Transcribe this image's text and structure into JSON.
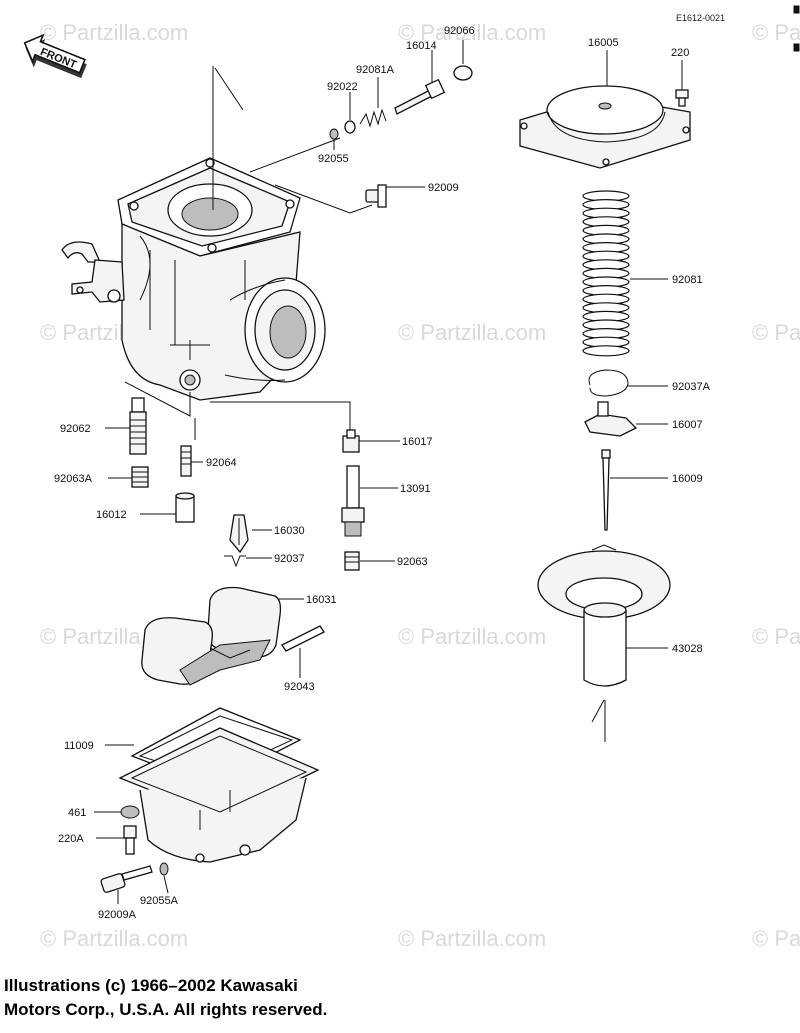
{
  "diagram": {
    "ref_code": "E1612-0021",
    "front_label": "FRONT",
    "watermark": "© Partzilla.com",
    "callouts": {
      "p92066": "92066",
      "p16014": "16014",
      "p92022": "92022",
      "p92081A": "92081A",
      "p92055": "92055",
      "p92009": "92009",
      "p16005": "16005",
      "p220": "220",
      "p92081": "92081",
      "p92037A": "92037A",
      "p16007": "16007",
      "p16009": "16009",
      "p43028": "43028",
      "p92062": "92062",
      "p92063A": "92063A",
      "p92064": "92064",
      "p16012": "16012",
      "p16017": "16017",
      "p13091": "13091",
      "p16030": "16030",
      "p92037": "92037",
      "p92063": "92063",
      "p16031": "16031",
      "p92043": "92043",
      "p11009": "11009",
      "p461": "461",
      "p220A": "220A",
      "p92055A": "92055A",
      "p92009A": "92009A"
    }
  },
  "footer": {
    "line1": "Illustrations (c) 1966–2002 Kawasaki",
    "line2": "Motors Corp., U.S.A.  All rights reserved."
  }
}
